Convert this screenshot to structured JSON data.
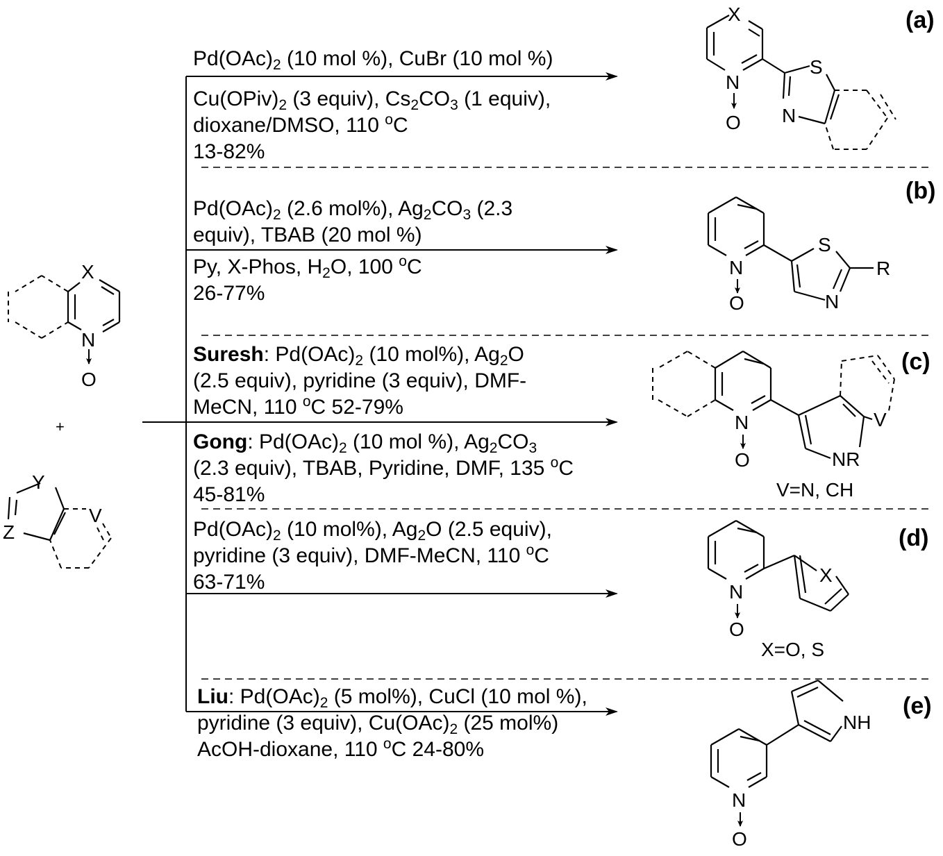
{
  "panels": [
    {
      "label": "(a)",
      "above": [
        {
          "pre": "Pd(OAc)",
          "s1": "2",
          "mid": " (10 mol %), CuBr (10 mol %)",
          "s2": "",
          "post": ""
        }
      ],
      "below": [
        {
          "pre": "Cu(OPiv)",
          "s1": "2",
          "mid": " (3 equiv), Cs",
          "s2": "2",
          "post": "CO"
        },
        {
          "pre": "dioxane/DMSO, 110 ",
          "sup": "o",
          "post": "C"
        },
        {
          "text": "13-82%"
        }
      ],
      "below_extra": {
        "s3": "3",
        "tail": " (1 equiv),"
      }
    },
    {
      "label": "(b)",
      "above": [
        {
          "pre": "Pd(OAc)",
          "s1": "2",
          "mid": " (2.6 mol%), Ag",
          "s2": "2",
          "post": "CO",
          "s3": "3",
          "tail": " (2.3"
        },
        {
          "text": "equiv), TBAB (20 mol %)"
        }
      ],
      "below": [
        {
          "pre": "Py, X-Phos, H",
          "s1": "2",
          "mid": "O, 100 ",
          "sup": "o",
          "post": "C"
        },
        {
          "text": "26-77%"
        }
      ]
    },
    {
      "label": "(c)",
      "note": "V=N, CH",
      "above": [
        {
          "bold": "Suresh",
          "pre": ": Pd(OAc)",
          "s1": "2",
          "mid": " (10 mol%), Ag",
          "s2": "2",
          "post": "O"
        },
        {
          "text": "(2.5 equiv), pyridine (3 equiv), DMF-"
        },
        {
          "pre": "MeCN, 110 ",
          "sup": "o",
          "post": "C    52-79%"
        }
      ],
      "below": [
        {
          "bold": "Gong",
          "pre": ": Pd(OAc)",
          "s1": "2",
          "mid": " (10 mol %), Ag",
          "s2": "2",
          "post": "CO",
          "s3": "3"
        },
        {
          "pre": "(2.3 equiv), TBAB, Pyridine, DMF, 135 ",
          "sup": "o",
          "post": "C"
        },
        {
          "text": "45-81%"
        }
      ]
    },
    {
      "label": "(d)",
      "note": "X=O, S",
      "above": [
        {
          "pre": "Pd(OAc)",
          "s1": "2",
          "mid": " (10 mol%), Ag",
          "s2": "2",
          "post": "O (2.5 equiv),"
        },
        {
          "pre": "pyridine (3 equiv), DMF-MeCN, 110 ",
          "sup": "o",
          "post": "C"
        },
        {
          "text": "63-71%"
        }
      ]
    },
    {
      "label": "(e)",
      "above": [
        {
          "bold": "Liu",
          "pre": ": Pd(OAc)",
          "s1": "2",
          "mid": " (5 mol%), CuCl (10 mol %),"
        },
        {
          "pre": "pyridine (3 equiv), Cu(OAc)",
          "s1": "2",
          "mid": " (25 mol%)"
        },
        {
          "pre": "AcOH-dioxane, 110 ",
          "sup": "o",
          "post": "C    24-80%"
        }
      ]
    }
  ],
  "reactant_plus": "+",
  "atoms": {
    "X": "X",
    "N": "N",
    "O": "O",
    "S": "S",
    "R": "R",
    "Y": "Y",
    "Z": "Z",
    "V": "V",
    "NR": "NR",
    "NH": "NH"
  }
}
